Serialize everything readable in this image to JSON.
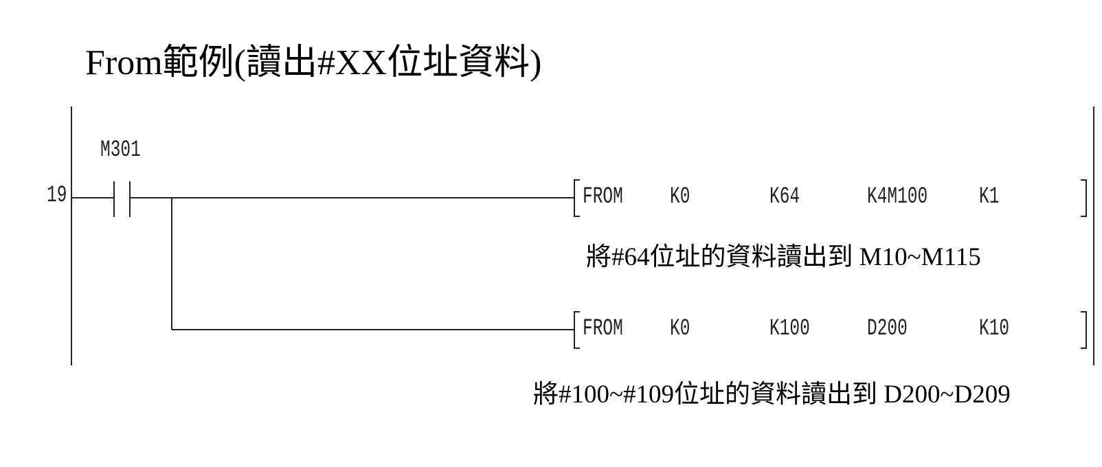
{
  "title": "From範例(讀出#XX位址資料)",
  "step_number": "19",
  "contact": {
    "label": "M301"
  },
  "rungs": [
    {
      "instruction": "FROM",
      "operands": [
        "K0",
        "K64",
        "K4M100",
        "K1"
      ],
      "comment": "將#64位址的資料讀出到 M10~M115"
    },
    {
      "instruction": "FROM",
      "operands": [
        "K0",
        "K100",
        "D200",
        "K10"
      ],
      "comment": "將#100~#109位址的資料讀出到 D200~D209"
    }
  ]
}
